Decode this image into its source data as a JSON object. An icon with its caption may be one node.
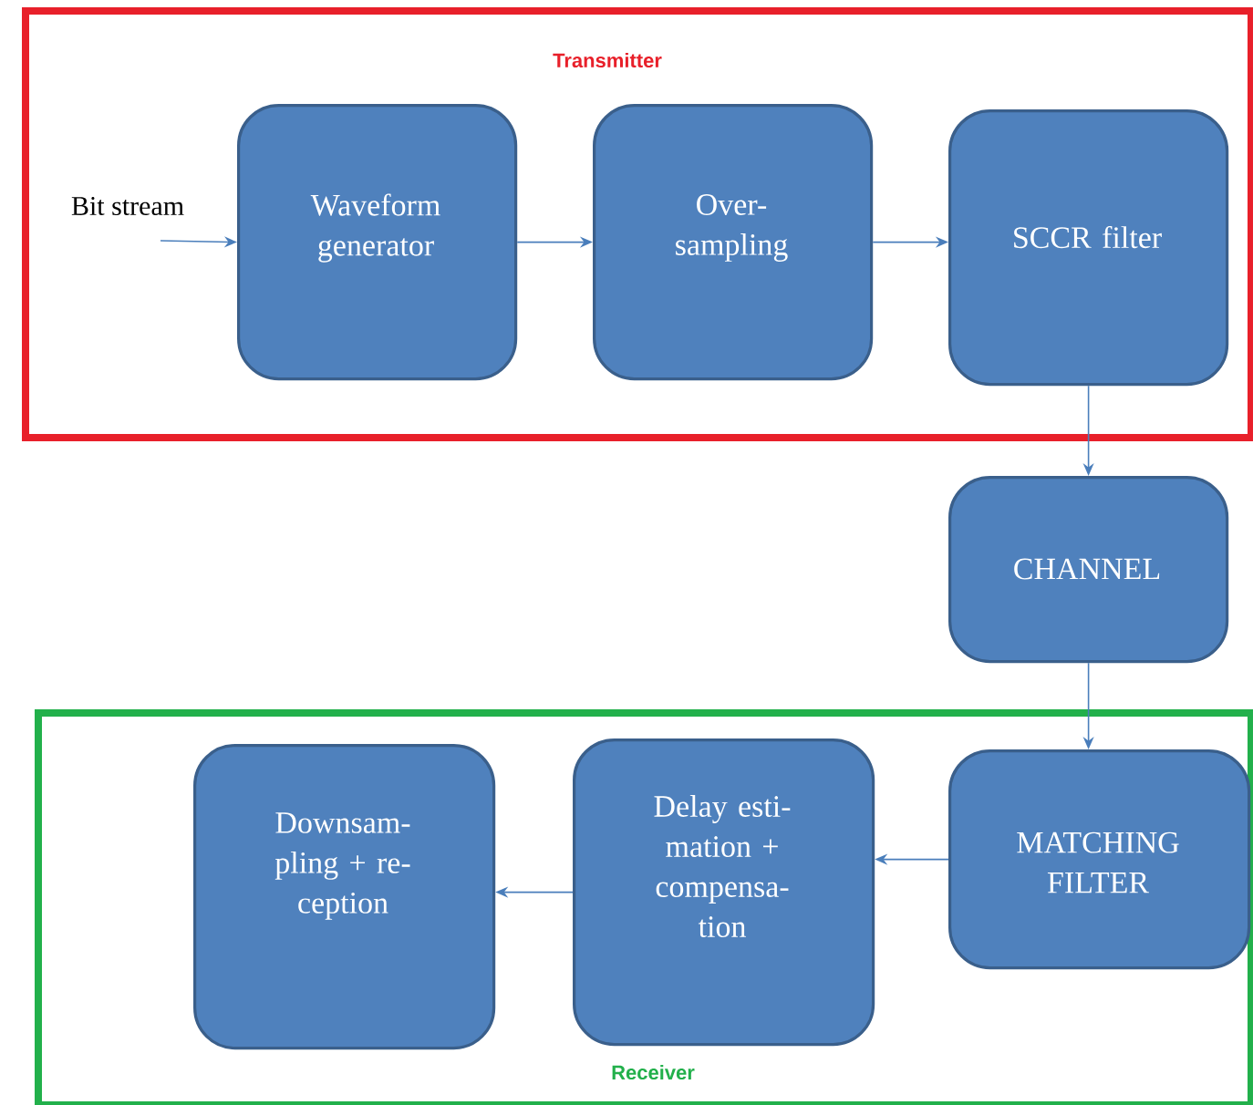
{
  "diagram": {
    "nodes": [
      {
        "text": [
          "Transmitter"
        ]
      },
      {
        "text": [
          "Waveform generator"
        ],
        "in": 0
      },
      {
        "text": [
          "Over- sampling"
        ],
        "in": 0
      },
      {
        "text": [
          "SCCR filter"
        ],
        "in": 0
      },
      {
        "text": [
          "CHANNEL"
        ]
      },
      {
        "text": [
          "Receiver"
        ]
      },
      {
        "text": [
          "MATCHING FILTER"
        ],
        "in": 5
      },
      {
        "text": [
          "Delay esti- mation + compensa- tion"
        ],
        "in": 5
      },
      {
        "text": [
          "Downsam- pling + re- ception"
        ],
        "in": 5
      }
    ],
    "edges": [
      {
        "from": null,
        "to": 1,
        "arrow": "to",
        "label": "Bit stream"
      },
      {
        "from": 1,
        "to": 2,
        "arrow": "to"
      },
      {
        "from": 2,
        "to": 3,
        "arrow": "to"
      },
      {
        "from": 3,
        "to": 4,
        "arrow": "to"
      },
      {
        "from": 4,
        "to": 6,
        "arrow": "to"
      },
      {
        "from": 6,
        "to": 7,
        "arrow": "to"
      },
      {
        "from": 7,
        "to": 8,
        "arrow": "to"
      }
    ]
  }
}
